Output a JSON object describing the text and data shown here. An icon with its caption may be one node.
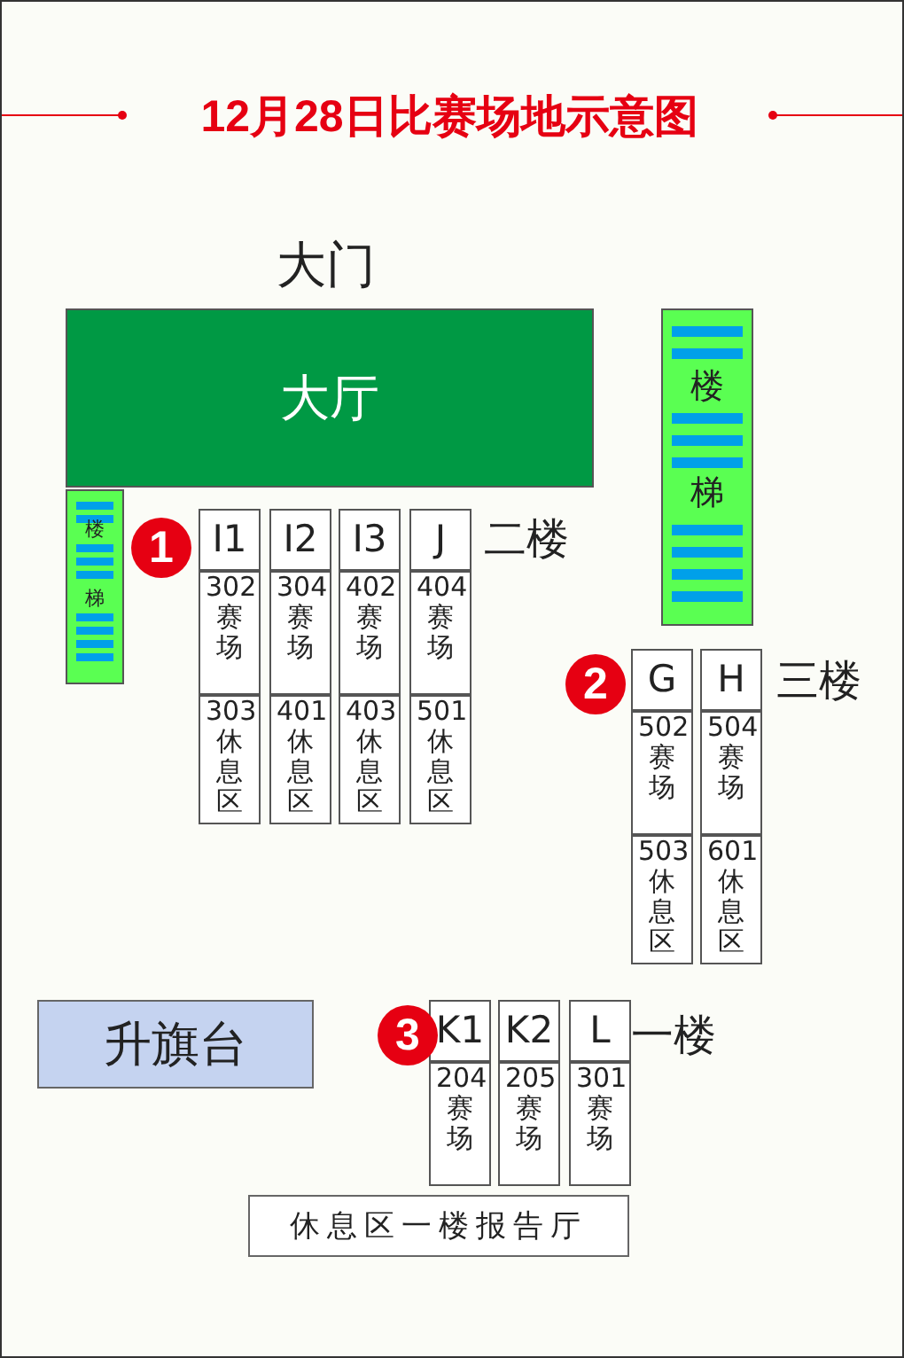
{
  "diagram": {
    "title": "12月28日比赛场地示意图",
    "nodes": [
      {
        "text": [
          "大厅"
        ]
      },
      {
        "text": [
          "楼",
          "梯"
        ]
      },
      {
        "text": [
          "楼",
          "梯"
        ]
      },
      {
        "text": [
          "I1",
          "302赛场",
          "303休息区"
        ]
      },
      {
        "text": [
          "I2",
          "304赛场",
          "401休息区"
        ]
      },
      {
        "text": [
          "I3",
          "402赛场",
          "403休息区"
        ]
      },
      {
        "text": [
          "J",
          "404赛场",
          "501休息区"
        ]
      },
      {
        "text": [
          "G",
          "502赛场",
          "503休息区"
        ]
      },
      {
        "text": [
          "H",
          "504赛场",
          "601休息区"
        ]
      },
      {
        "text": [
          "升旗台"
        ]
      },
      {
        "text": [
          "K1",
          "204赛场"
        ]
      },
      {
        "text": [
          "K2",
          "205赛场"
        ]
      },
      {
        "text": [
          "L",
          "301赛场"
        ]
      },
      {
        "text": [
          "休息区一楼报告厅"
        ]
      }
    ],
    "edges": [],
    "labels": [
      "大门",
      "1",
      "二楼",
      "2",
      "三楼",
      "3",
      "一楼"
    ]
  }
}
